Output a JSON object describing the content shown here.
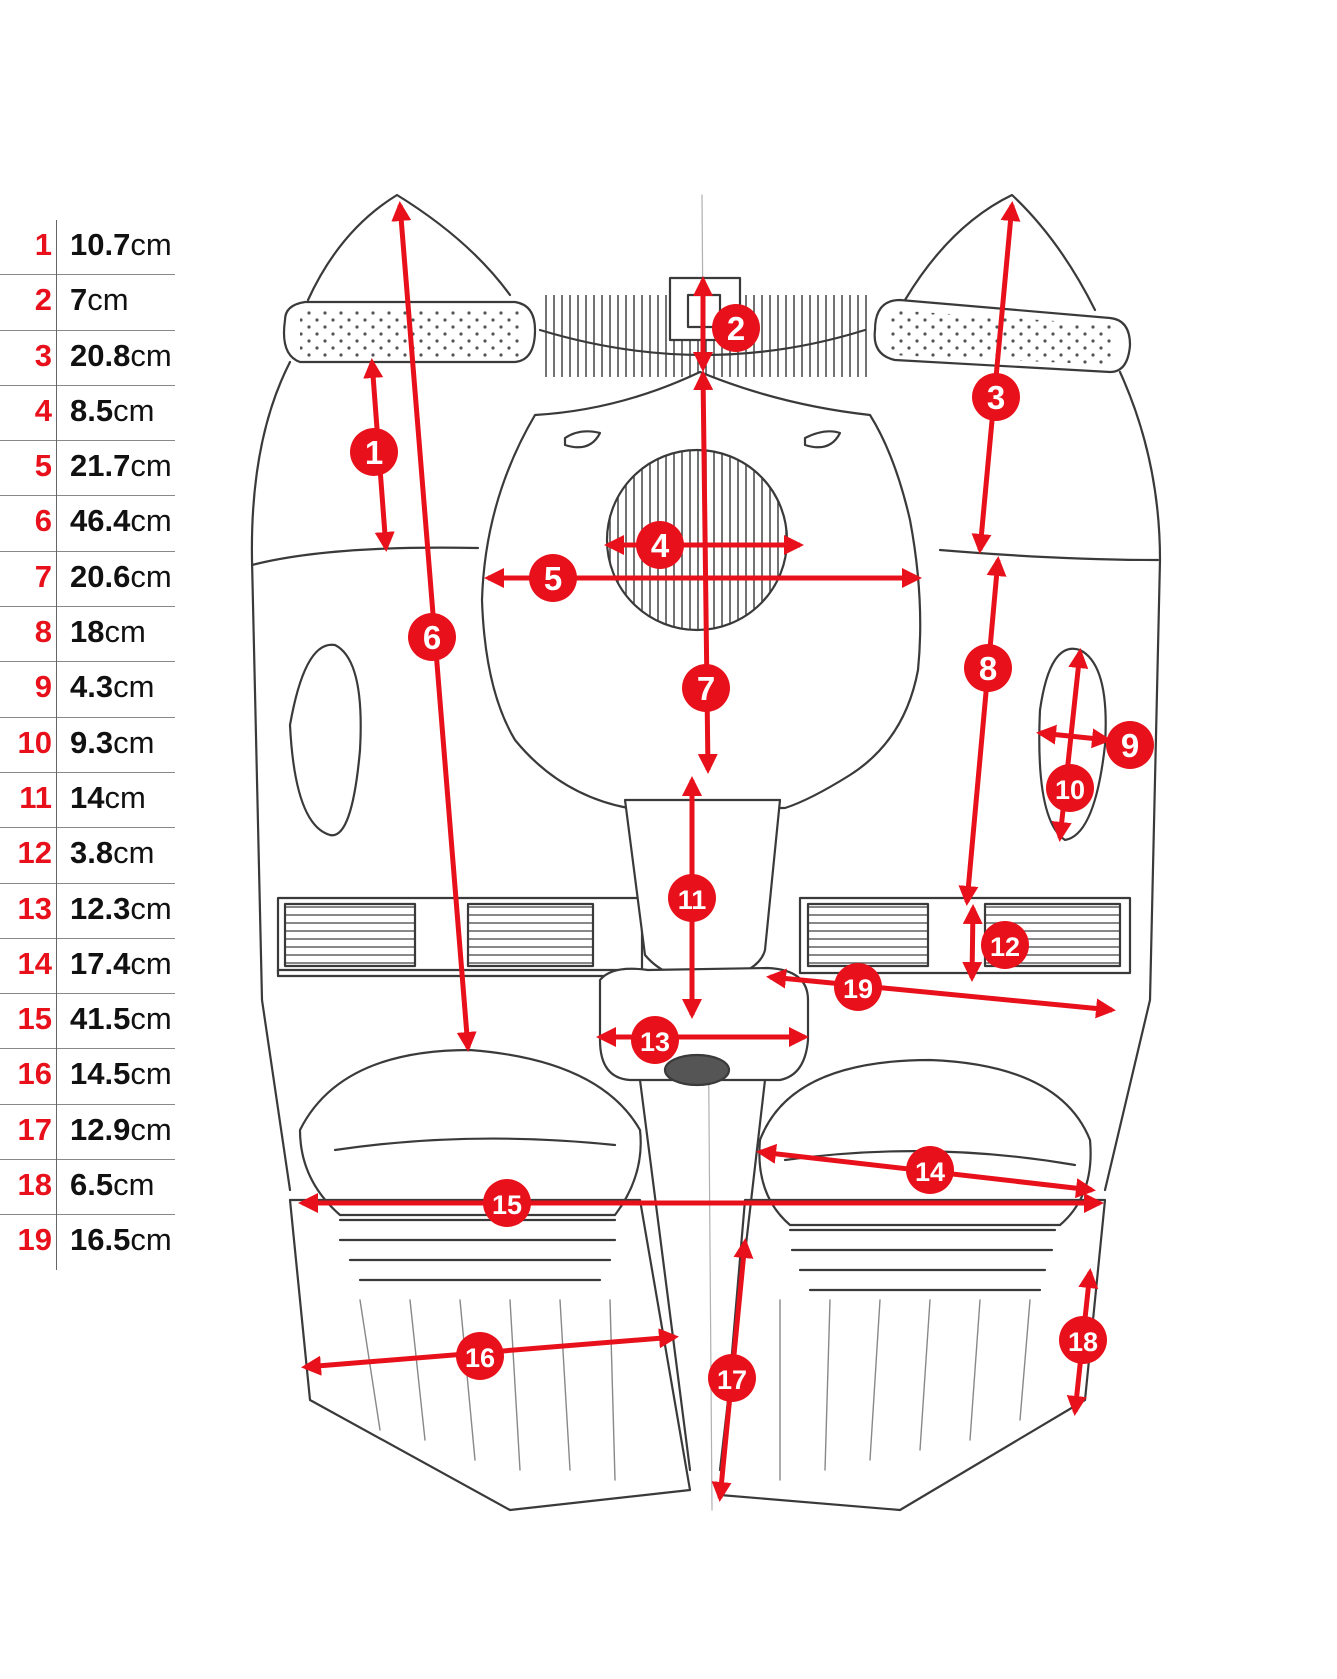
{
  "colors": {
    "accent": "#e8101a",
    "line": "#3a3a3a",
    "text": "#111111"
  },
  "measurements": [
    {
      "num": "1",
      "value": "10.7",
      "unit": "cm"
    },
    {
      "num": "2",
      "value": "7",
      "unit": "cm"
    },
    {
      "num": "3",
      "value": "20.8",
      "unit": "cm"
    },
    {
      "num": "4",
      "value": "8.5",
      "unit": "cm"
    },
    {
      "num": "5",
      "value": "21.7",
      "unit": "cm"
    },
    {
      "num": "6",
      "value": "46.4",
      "unit": "cm"
    },
    {
      "num": "7",
      "value": "20.6",
      "unit": "cm"
    },
    {
      "num": "8",
      "value": "18",
      "unit": "cm"
    },
    {
      "num": "9",
      "value": "4.3",
      "unit": "cm"
    },
    {
      "num": "10",
      "value": "9.3",
      "unit": "cm"
    },
    {
      "num": "11",
      "value": "14",
      "unit": "cm"
    },
    {
      "num": "12",
      "value": "3.8",
      "unit": "cm"
    },
    {
      "num": "13",
      "value": "12.3",
      "unit": "cm"
    },
    {
      "num": "14",
      "value": "17.4",
      "unit": "cm"
    },
    {
      "num": "15",
      "value": "41.5",
      "unit": "cm"
    },
    {
      "num": "16",
      "value": "14.5",
      "unit": "cm"
    },
    {
      "num": "17",
      "value": "12.9",
      "unit": "cm"
    },
    {
      "num": "18",
      "value": "6.5",
      "unit": "cm"
    },
    {
      "num": "19",
      "value": "16.5",
      "unit": "cm"
    }
  ],
  "markers": [
    "1",
    "2",
    "3",
    "4",
    "5",
    "6",
    "7",
    "8",
    "9",
    "10",
    "11",
    "12",
    "13",
    "14",
    "15",
    "16",
    "17",
    "18",
    "19"
  ]
}
